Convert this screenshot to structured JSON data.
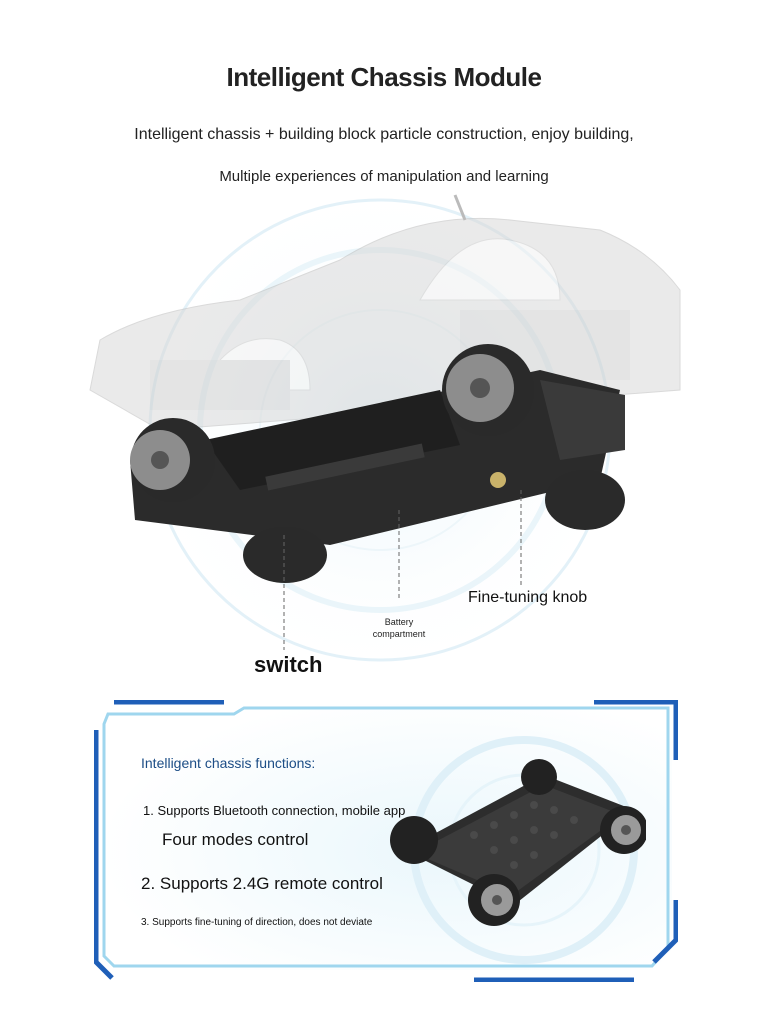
{
  "header": {
    "title": "Intelligent Chassis Module",
    "subtitle_line1": "Intelligent chassis + building block particle construction, enjoy building,",
    "subtitle_line2": "Multiple experiences of manipulation and learning"
  },
  "callouts": {
    "switch": "switch",
    "battery_line1": "Battery",
    "battery_line2": "compartment",
    "knob": "Fine-tuning knob"
  },
  "features": {
    "heading": "Intelligent chassis functions:",
    "item1_line1": "1. Supports Bluetooth connection, mobile app",
    "item1_line2": "Four modes control",
    "item2": "2. Supports 2.4G remote control",
    "item3": "3. Supports fine-tuning of direction, does not deviate"
  },
  "colors": {
    "frame_blue": "#1f5fb8",
    "frame_light": "#bfe3f4",
    "heading_blue": "#1c4d86"
  }
}
